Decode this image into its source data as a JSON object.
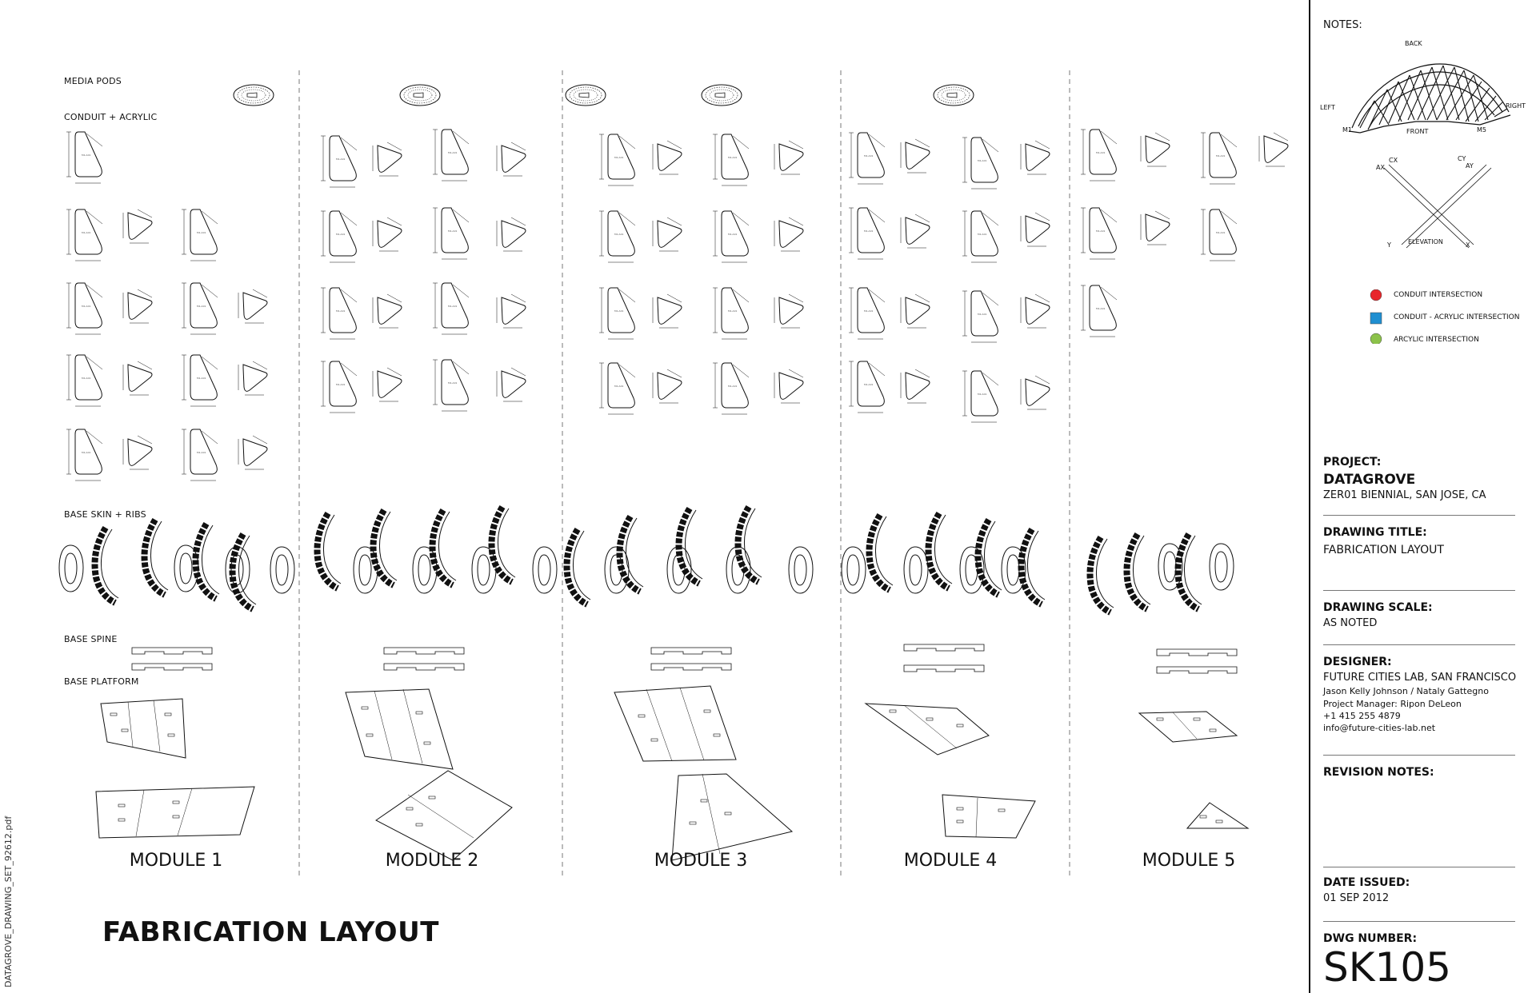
{
  "sections": {
    "media_pods": "MEDIA PODS",
    "conduit_acrylic": "CONDUIT + ACRYLIC",
    "base_skin_ribs": "BASE SKIN + RIBS",
    "base_spine": "BASE SPINE",
    "base_platform": "BASE PLATFORM"
  },
  "modules": [
    {
      "label": "MODULE 1"
    },
    {
      "label": "MODULE 2"
    },
    {
      "label": "MODULE 3"
    },
    {
      "label": "MODULE 4"
    },
    {
      "label": "MODULE 5"
    }
  ],
  "title": "FABRICATION LAYOUT",
  "side_filename": "DATAGROVE_DRAWING_SET_92612.pdf",
  "notes": {
    "heading": "NOTES:",
    "back": "BACK",
    "front": "FRONT",
    "left": "LEFT",
    "right": "RIGHT",
    "m1": "M1",
    "m5": "M5",
    "cx": "CX",
    "ax": "AX",
    "cy": "CY",
    "ay": "AY",
    "y": "Y",
    "x": "X",
    "elevation": "ELEVATION"
  },
  "legend": [
    {
      "label": "CONDUIT INTERSECTION",
      "color": "#e8262b",
      "shape": "circle"
    },
    {
      "label": "CONDUIT - ACRYLIC INTERSECTION",
      "color": "#1f8fd1",
      "shape": "square"
    },
    {
      "label": "ARCYLIC INTERSECTION",
      "color": "#8cc24a",
      "shape": "circle"
    }
  ],
  "title_block": {
    "project_heading": "PROJECT:",
    "project_name": "DATAGROVE",
    "project_sub": "ZER01 BIENNIAL, SAN JOSE, CA",
    "drawing_title_heading": "DRAWING TITLE:",
    "drawing_title": "FABRICATION LAYOUT",
    "scale_heading": "DRAWING SCALE:",
    "scale": "AS NOTED",
    "designer_heading": "DESIGNER:",
    "designer_name": "FUTURE CITIES LAB, SAN FRANCISCO",
    "designer_people": "Jason Kelly Johnson / Nataly Gattegno",
    "project_manager": "Project Manager: Ripon DeLeon",
    "phone": "+1 415 255 4879",
    "email": "info@future-cities-lab.net",
    "revision_heading": "REVISION NOTES:",
    "date_heading": "DATE ISSUED:",
    "date": "01 SEP 2012",
    "dwg_heading": "DWG NUMBER:",
    "dwg_number": "SK105"
  }
}
